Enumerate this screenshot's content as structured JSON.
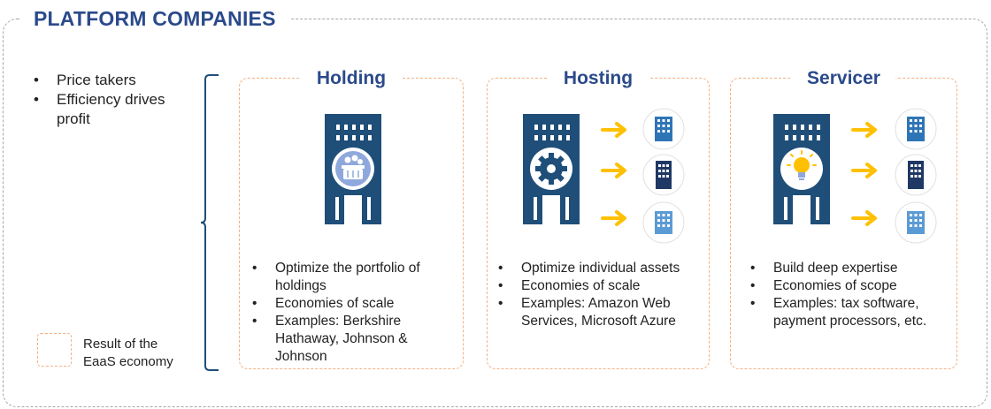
{
  "title": "PLATFORM COMPANIES",
  "intro": [
    "Price takers",
    "Efficiency drives profit"
  ],
  "legend": {
    "label": "Result of the EaaS economy"
  },
  "colors": {
    "navy": "#1f4e79",
    "title_blue": "#2b4a8b",
    "arrow_yellow": "#ffc000",
    "dash_orange": "#f4b183",
    "frame_gray": "#a6a6a6"
  },
  "cards": [
    {
      "title": "Holding",
      "icon": "building-with-basket-icon",
      "bullets": [
        "Optimize the portfolio of holdings",
        "Economies of scale",
        "Examples: Berkshire Hathaway, Johnson & Johnson"
      ]
    },
    {
      "title": "Hosting",
      "icon": "building-with-gear-icon",
      "bullets": [
        "Optimize individual assets",
        "Economies of scale",
        "Examples: Amazon Web Services, Microsoft Azure"
      ]
    },
    {
      "title": "Servicer",
      "icon": "building-with-lightbulb-icon",
      "bullets": [
        "Build deep expertise",
        "Economies of scope",
        "Examples: tax software, payment processors, etc."
      ]
    }
  ]
}
